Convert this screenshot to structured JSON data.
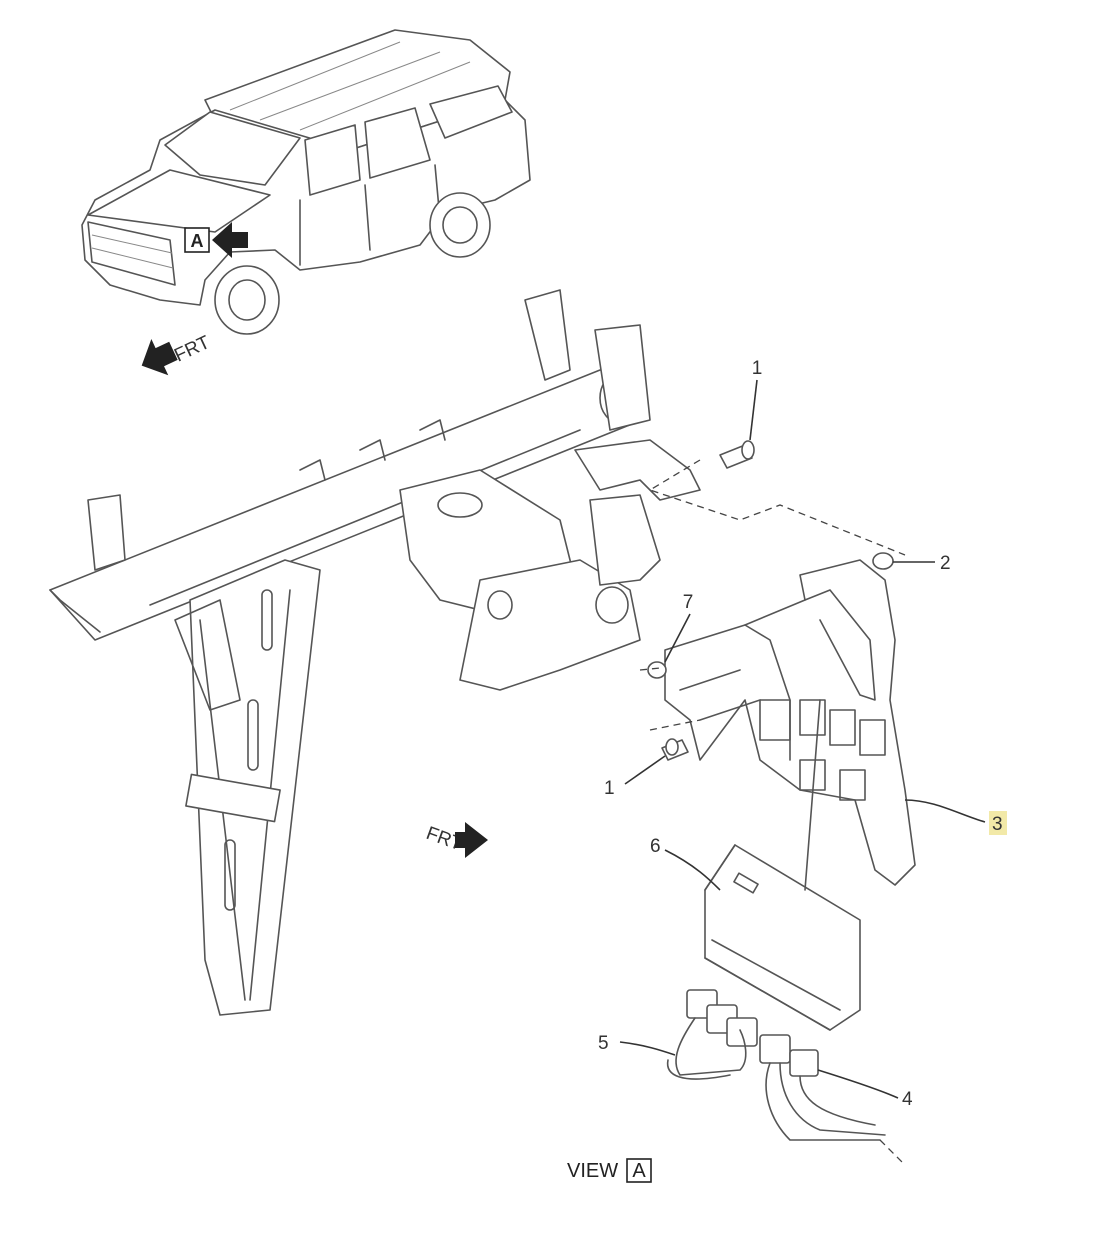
{
  "callouts": [
    {
      "id": "c1a",
      "text": "1"
    },
    {
      "id": "c2",
      "text": "2"
    },
    {
      "id": "c3",
      "text": "3",
      "highlight": "#f2e9a8"
    },
    {
      "id": "c7",
      "text": "7"
    },
    {
      "id": "c1b",
      "text": "1"
    },
    {
      "id": "c6",
      "text": "6"
    },
    {
      "id": "c5",
      "text": "5"
    },
    {
      "id": "c4",
      "text": "4"
    }
  ],
  "frt_arrows": [
    {
      "text": "FRT"
    },
    {
      "text": "FRT"
    }
  ],
  "vehicle_view_marker": "A",
  "view_label": {
    "prefix": "VIEW",
    "letter": "A"
  },
  "colors": {
    "line": "#555555",
    "highlight": "#f2e9a8"
  }
}
